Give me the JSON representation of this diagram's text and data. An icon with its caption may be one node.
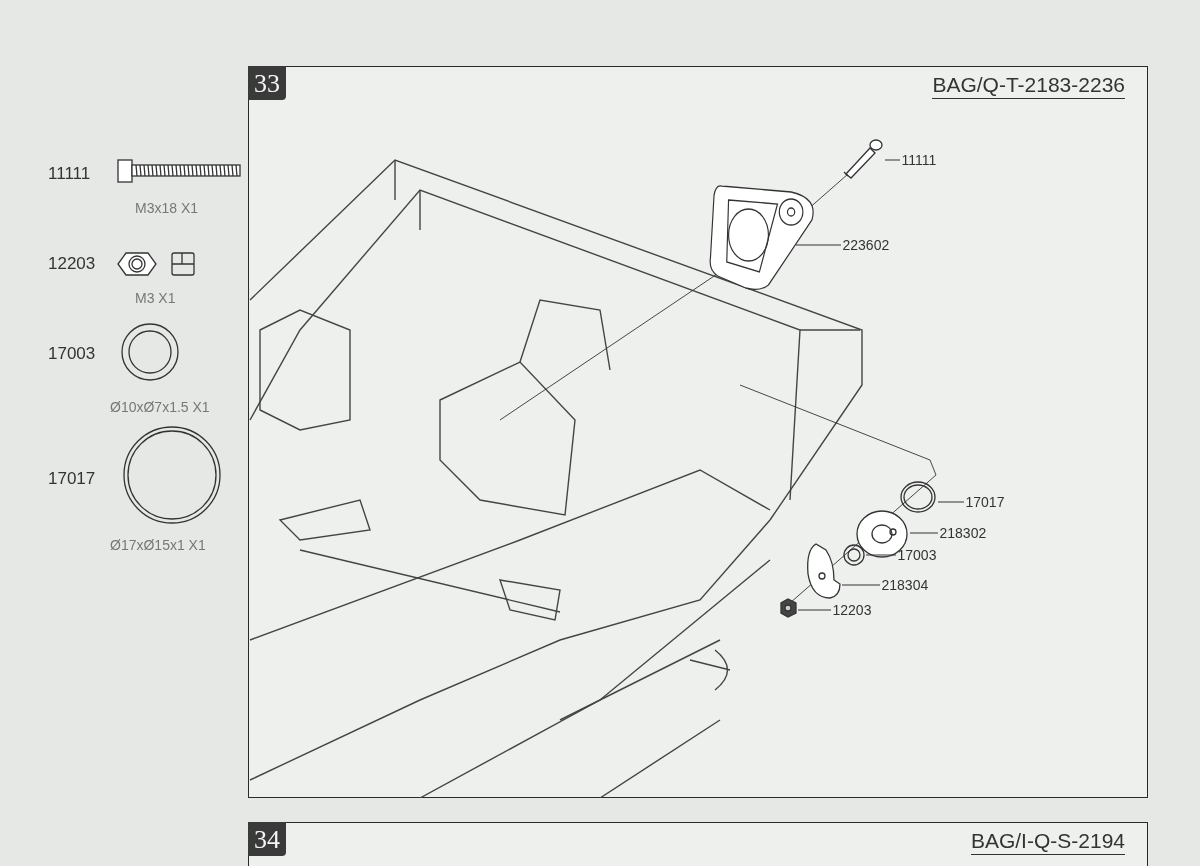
{
  "diagram": {
    "nodes": [
      {
        "text": [
          "33",
          "BAG/Q-T-2183-2236"
        ]
      },
      {
        "text": [
          "34",
          "BAG/I-Q-S-2194"
        ]
      },
      {
        "text": [
          "11111"
        ],
        "in": 0
      },
      {
        "text": [
          "223602"
        ],
        "in": 0
      },
      {
        "text": [
          "17017"
        ],
        "in": 0
      },
      {
        "text": [
          "218302"
        ],
        "in": 0
      },
      {
        "text": [
          "17003"
        ],
        "in": 0
      },
      {
        "text": [
          "218304"
        ],
        "in": 0
      },
      {
        "text": [
          "12203"
        ],
        "in": 0
      },
      {
        "text": [],
        "shape": "picture",
        "in": 0
      },
      {
        "text": [],
        "shape": "picture",
        "in": 0
      },
      {
        "text": [],
        "shape": "picture",
        "in": 0
      },
      {
        "text": [],
        "shape": "picture",
        "in": 0
      },
      {
        "text": [],
        "shape": "picture",
        "in": 0
      },
      {
        "text": [],
        "shape": "picture",
        "in": 0
      },
      {
        "text": [],
        "shape": "picture",
        "in": 0
      }
    ],
    "edges": [
      {
        "from": 2,
        "to": 9,
        "arrow": "none"
      },
      {
        "from": 3,
        "to": 10,
        "arrow": "none"
      },
      {
        "from": 4,
        "to": 11,
        "arrow": "none"
      },
      {
        "from": 5,
        "to": 12,
        "arrow": "none"
      },
      {
        "from": 6,
        "to": 13,
        "arrow": "none"
      },
      {
        "from": 7,
        "to": 14,
        "arrow": "none"
      },
      {
        "from": 8,
        "to": 15,
        "arrow": "none"
      }
    ],
    "labels": [
      "11111",
      "M3x18 X1",
      "12203",
      "M3 X1",
      "17003",
      "Ø10xØ7x1.5 X1",
      "17017",
      "Ø17xØ15x1 X1"
    ]
  }
}
